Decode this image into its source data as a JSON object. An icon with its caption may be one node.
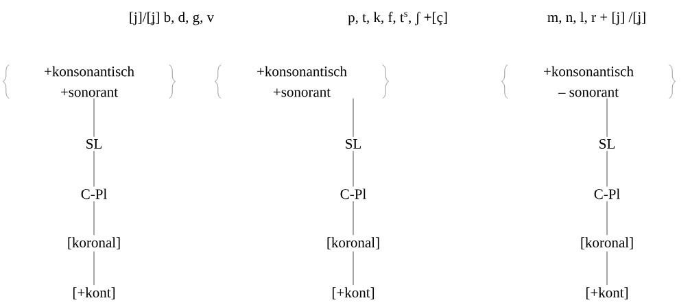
{
  "diagram": {
    "nodes": [
      {
        "text": [
          "+konsonantisch",
          "+sonorant"
        ]
      },
      {
        "text": [
          "SL"
        ]
      },
      {
        "text": [
          "C-Pl"
        ]
      },
      {
        "text": [
          "[koronal]"
        ]
      },
      {
        "text": [
          "[+kont]"
        ]
      },
      {
        "text": [
          "+konsonantisch",
          "+sonorant"
        ]
      },
      {
        "text": [
          "SL"
        ]
      },
      {
        "text": [
          "C-Pl"
        ]
      },
      {
        "text": [
          "[koronal]"
        ]
      },
      {
        "text": [
          "[+kont]"
        ]
      },
      {
        "text": [
          "+konsonantisch",
          "– sonorant"
        ]
      },
      {
        "text": [
          "SL"
        ]
      },
      {
        "text": [
          "C-Pl"
        ]
      },
      {
        "text": [
          "[koronal]"
        ]
      },
      {
        "text": [
          "[+kont]"
        ]
      }
    ],
    "edges": [
      {
        "from": 0,
        "to": 1,
        "arrow": "none"
      },
      {
        "from": 1,
        "to": 2,
        "arrow": "none"
      },
      {
        "from": 2,
        "to": 3,
        "arrow": "none"
      },
      {
        "from": 3,
        "to": 4,
        "arrow": "none"
      },
      {
        "from": 5,
        "to": 6,
        "arrow": "none"
      },
      {
        "from": 6,
        "to": 7,
        "arrow": "none"
      },
      {
        "from": 7,
        "to": 8,
        "arrow": "none"
      },
      {
        "from": 8,
        "to": 9,
        "arrow": "none"
      },
      {
        "from": 10,
        "to": 11,
        "arrow": "none"
      },
      {
        "from": 11,
        "to": 12,
        "arrow": "none"
      },
      {
        "from": 12,
        "to": 13,
        "arrow": "none"
      },
      {
        "from": 13,
        "to": 14,
        "arrow": "none"
      }
    ],
    "labels": [
      "[j]/[ʝ]  b, d, g, v",
      "p, t, k, f, t$^{s}$, ʃ +[ç]",
      "m, n, l, r + [j]  /[ʝ]"
    ]
  }
}
